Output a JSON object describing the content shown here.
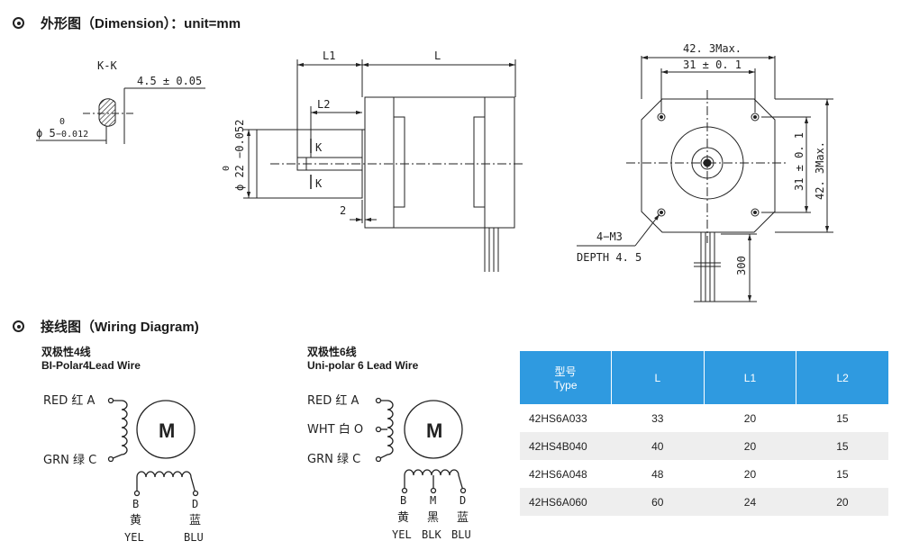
{
  "dimension_heading": "外形图（Dimension）：unit=mm",
  "wiring_heading": "接线图（Wiring Diagram)",
  "drawing": {
    "section_label": "K-K",
    "tol_45": "4.5 ± 0.05",
    "shaft_dia": "ϕ 5",
    "shaft_tol_upper": "0",
    "shaft_tol_lower": "−0.012",
    "boss_dia": "ϕ 22",
    "boss_tol_lower": "−0.052",
    "boss_tol_upper": "0",
    "dim_L1": "L1",
    "dim_L": "L",
    "dim_L2": "L2",
    "dim_2": "2",
    "section_mark": "K",
    "width_outer": "42. 3Max.",
    "width_hole": "31 ± 0. 1",
    "height_outer": "42. 3Max.",
    "height_hole": "31 ± 0. 1",
    "thread": "4−M3",
    "depth": "DEPTH 4. 5",
    "lead_len": "300"
  },
  "bipolar": {
    "title_cn": "双极性4线",
    "title_en": "BI-Polar4Lead Wire",
    "motor": "M",
    "red": "RED 红 A",
    "grn": "GRN 绿 C",
    "b": "B",
    "d": "D",
    "b_cn": "黄",
    "d_cn": "蓝",
    "b_en": "YEL",
    "d_en": "BLU"
  },
  "unipolar": {
    "title_cn": "双极性6线",
    "title_en": "Uni-polar 6 Lead Wire",
    "motor": "M",
    "red": "RED 红 A",
    "wht": "WHT 白 O",
    "grn": "GRN 绿 C",
    "b": "B",
    "m": "M",
    "d": "D",
    "b_cn": "黄",
    "m_cn": "黑",
    "d_cn": "蓝",
    "b_en": "YEL",
    "m_en": "BLK",
    "d_en": "BLU"
  },
  "table": {
    "headers": [
      "型号",
      "Type",
      "L",
      "L1",
      "L2"
    ],
    "rows": [
      [
        "42HS6A033",
        "33",
        "20",
        "15"
      ],
      [
        "42HS4B040",
        "40",
        "20",
        "15"
      ],
      [
        "42HS6A048",
        "48",
        "20",
        "15"
      ],
      [
        "42HS6A060",
        "60",
        "24",
        "20"
      ]
    ]
  }
}
